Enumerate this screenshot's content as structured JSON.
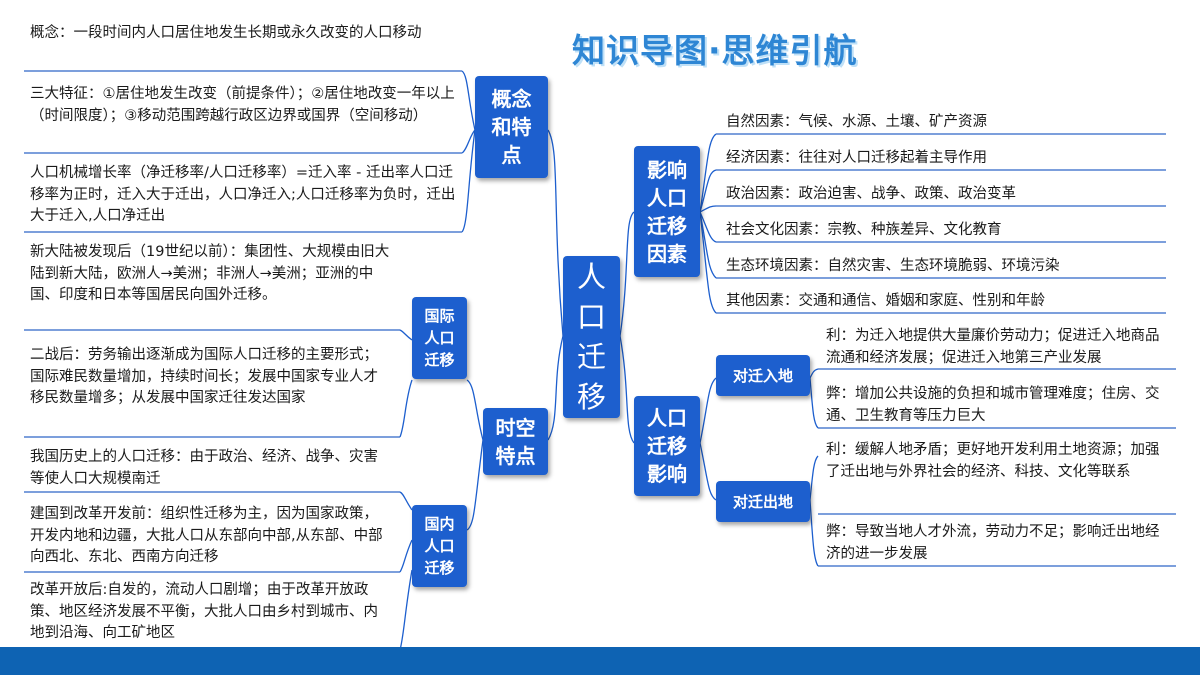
{
  "title": "知识导图·思维引航",
  "center": "人\n口\n迁\n移",
  "concept": {
    "label": "概念\n和特\n点",
    "items": [
      "概念：一段时间内人口居住地发生长期或永久改变的人口移动",
      "三大特征：①居住地发生改变（前提条件）；②居住地改变一年以上（时间限度）；③移动范围跨越行政区边界或国界（空间移动）",
      "人口机械增长率（净迁移率/人口迁移率）=迁入率 - 迁出率人口迁移率为正时，迁入大于迁出，人口净迁入;人口迁移率为负时，迁出大于迁入,人口净迁出"
    ]
  },
  "spacetime": {
    "label": "时空\n特点",
    "international": {
      "label": "国际\n人口\n迁移",
      "items": [
        "新大陆被发现后（19世纪以前）：集团性、大规模由旧大陆到新大陆，欧洲人→美洲；非洲人→美洲；亚洲的中国、印度和日本等国居民向国外迁移。",
        "二战后：劳务输出逐渐成为国际人口迁移的主要形式；国际难民数量增加，持续时间长；发展中国家专业人才移民数量增多；从发展中国家迁往发达国家"
      ]
    },
    "domestic": {
      "label": "国内\n人口\n迁移",
      "items": [
        "我国历史上的人口迁移：由于政治、经济、战争、灾害等使人口大规模南迁",
        "建国到改革开发前：组织性迁移为主，因为国家政策，开发内地和边疆，大批人口从东部向中部,从东部、中部向西北、东北、西南方向迁移",
        "改革开放后:自发的，流动人口剧增；由于改革开放政策、地区经济发展不平衡，大批人口由乡村到城市、内地到沿海、向工矿地区"
      ]
    }
  },
  "factors": {
    "label": "影响\n人口\n迁移\n因素",
    "items": [
      "自然因素：气候、水源、土壤、矿产资源",
      "经济因素：往往对人口迁移起着主导作用",
      "政治因素：政治迫害、战争、政策、政治变革",
      "社会文化因素：宗教、种族差异、文化教育",
      "生态环境因素：自然灾害、生态环境脆弱、环境污染",
      "其他因素：交通和通信、婚姻和家庭、性别和年龄"
    ]
  },
  "impact": {
    "label": "人口\n迁移\n影响",
    "in": {
      "label": "对迁入地",
      "items": [
        "利：为迁入地提供大量廉价劳动力；促进迁入地商品流通和经济发展；促进迁入地第三产业发展",
        "弊：增加公共设施的负担和城市管理难度；住房、交通、卫生教育等压力巨大"
      ]
    },
    "out": {
      "label": "对迁出地",
      "items": [
        "利：缓解人地矛盾；更好地开发利用土地资源；加强了迁出地与外界社会的经济、科技、文化等联系",
        "弊：导致当地人才外流，劳动力不足；影响迁出地经济的进一步发展"
      ]
    }
  },
  "colors": {
    "node": "#1d5fce",
    "line": "#1d5fce",
    "underline": "#2d66c8",
    "title": "#2e86d4",
    "bottom_bar": "#0e63b3"
  }
}
